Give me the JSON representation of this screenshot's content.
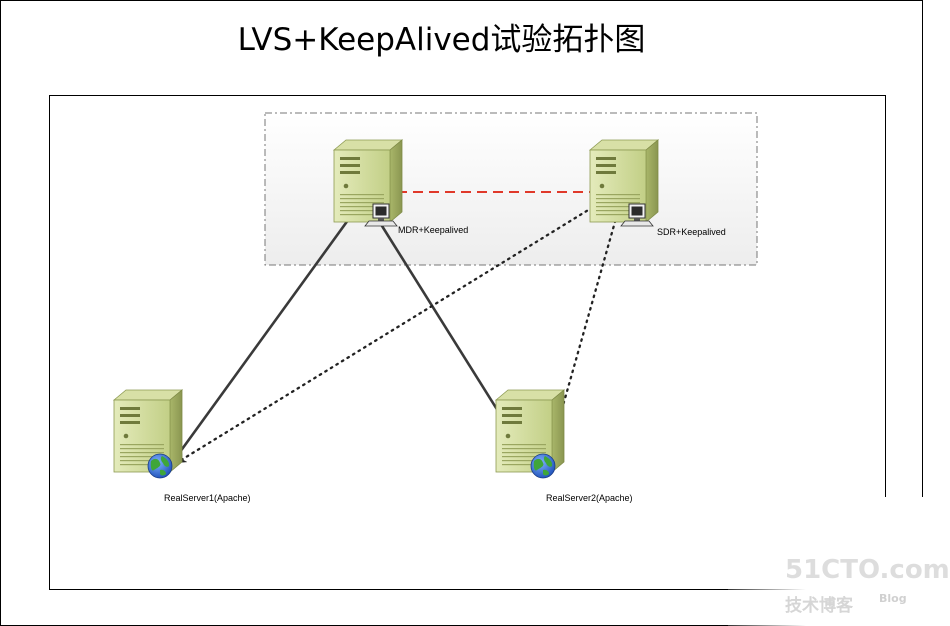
{
  "title": "LVS+KeepAlived试验拓扑图",
  "nodes": {
    "mdr": {
      "label": "MDR+Keepalived"
    },
    "sdr": {
      "label": "SDR+Keepalived"
    },
    "rs1": {
      "label": "RealServer1(Apache)"
    },
    "rs2": {
      "label": "RealServer2(Apache)"
    }
  },
  "connections": [
    {
      "from": "mdr",
      "to": "rs1",
      "style": "solid-arrow"
    },
    {
      "from": "mdr",
      "to": "rs2",
      "style": "solid-arrow"
    },
    {
      "from": "sdr",
      "to": "rs1",
      "style": "dotted-arrow"
    },
    {
      "from": "sdr",
      "to": "rs2",
      "style": "dotted-arrow"
    },
    {
      "from": "mdr",
      "to": "sdr",
      "style": "dashed-double-arrow"
    }
  ],
  "watermark": {
    "main": "51CTO.com",
    "sub": "技术博客",
    "blog": "Blog"
  },
  "colors": {
    "server_body": "#c7d48c",
    "server_face": "#d9e2a8",
    "server_shadow": "#8f9a54",
    "solid_line": "#3a3a3a",
    "dashed_line": "#e0392a",
    "dotted_line": "#222222",
    "group_border": "#777777"
  },
  "icons": {
    "server": "tower-server-icon",
    "workstation": "workstation-icon",
    "globe": "globe-icon"
  }
}
